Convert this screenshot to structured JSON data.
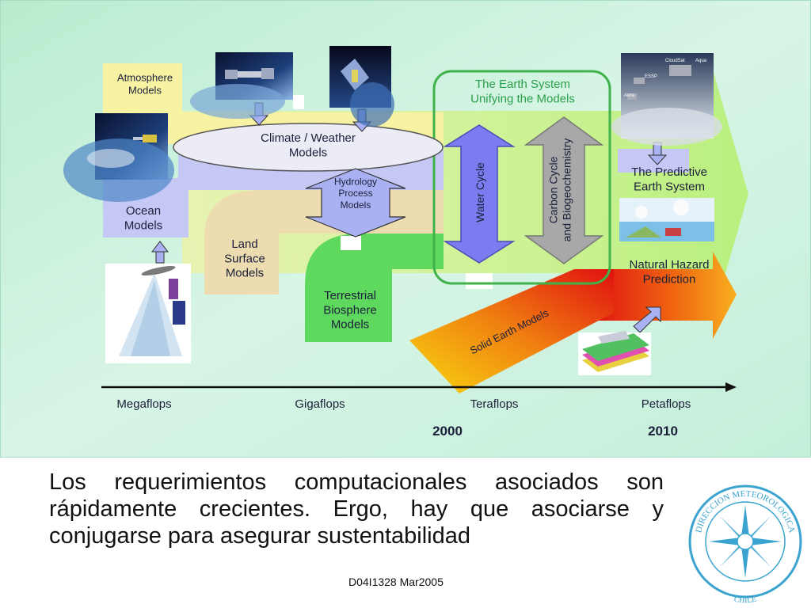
{
  "diagram": {
    "atmosphere": "Atmosphere\nModels",
    "climate_weather": "Climate / Weather\nModels",
    "hydrology": "Hydrology\nProcess\nModels",
    "ocean": "Ocean\nModels",
    "land_surface": "Land\nSurface\nModels",
    "terrestrial": "Terrestrial\nBiosphere\nModels",
    "earth_system": "The Earth System\nUnifying the Models",
    "water_cycle": "Water Cycle",
    "carbon_cycle": "Carbon Cycle\nand Biogeochemistry",
    "predictive": "The Predictive\nEarth System",
    "natural_hazard": "Natural Hazard\nPrediction",
    "solid_earth": "Solid Earth Models",
    "satellite_labels": [
      "CloudSat",
      "Aqua",
      "Aura",
      "ESSP"
    ],
    "timeline": {
      "ticks": [
        "Megaflops",
        "Gigaflops",
        "Teraflops",
        "Petaflops"
      ],
      "years": [
        "2000",
        "2010"
      ]
    }
  },
  "caption": "Los requerimientos computacionales asociados son rápidamente crecientes. Ergo, hay que asociarse y conjugarse para asegurar sustentabilidad",
  "footer_code": "D04I1328 Mar2005",
  "logo": {
    "top_text": "DIRECCION METEOROLOGICA",
    "bottom_text": "CHILE"
  },
  "colors": {
    "background": "#c8eedd",
    "atmosphere_band": "#f7f3a2",
    "ocean_band": "#c5c8f5",
    "land_band": "#ecdcb0",
    "biosphere_band": "#5ed95e",
    "earth_box_border": "#3fb34a",
    "predictive_arrow": "#c8f08a",
    "hazard_arrow": "#f04018",
    "timeline_arrow": "#111111"
  }
}
